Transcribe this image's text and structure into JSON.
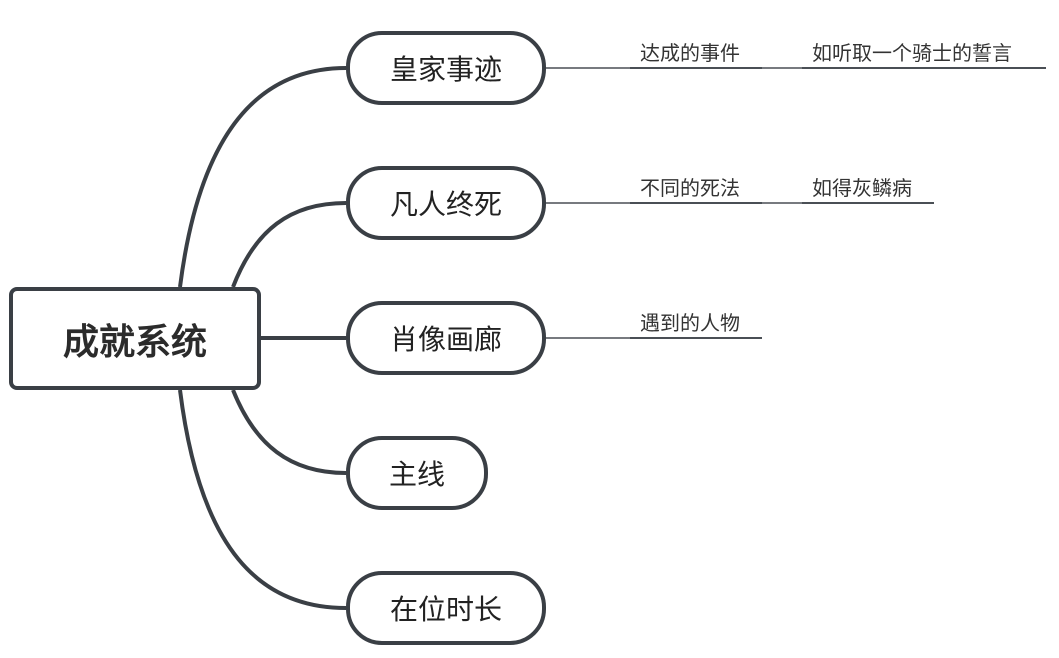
{
  "root": {
    "label": "成就系统"
  },
  "branches": [
    {
      "label": "皇家事迹",
      "details": [
        "达成的事件",
        "如听取一个骑士的誓言"
      ]
    },
    {
      "label": "凡人终死",
      "details": [
        "不同的死法",
        "如得灰鳞病"
      ]
    },
    {
      "label": "肖像画廊",
      "details": [
        "遇到的人物"
      ]
    },
    {
      "label": "主线",
      "details": []
    },
    {
      "label": "在位时长",
      "details": []
    }
  ],
  "colors": {
    "line": "#3a3f45",
    "thin_line": "#4a4f55",
    "text": "#222222"
  }
}
